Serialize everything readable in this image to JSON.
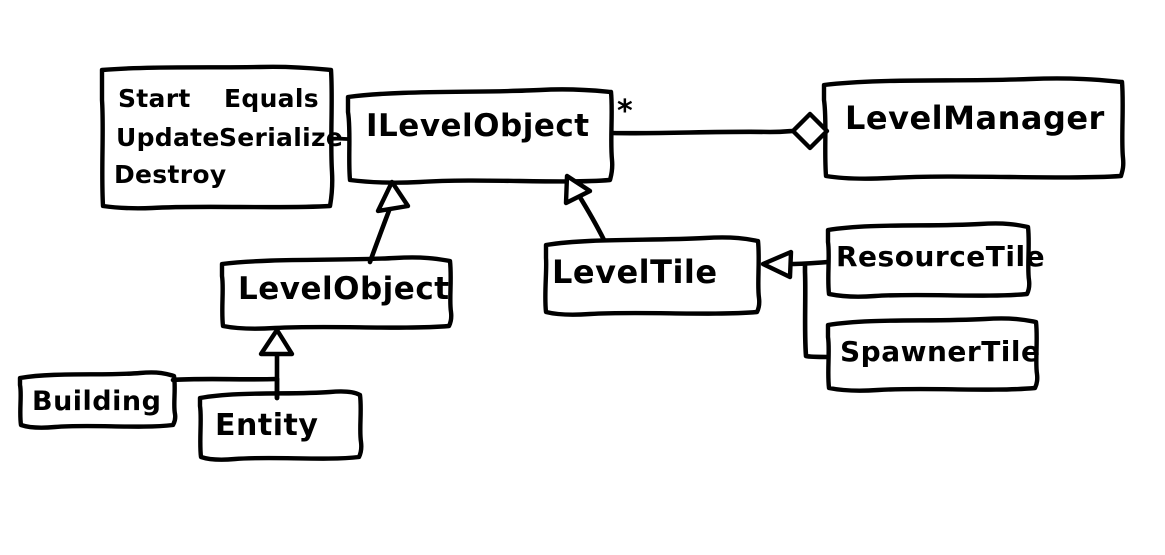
{
  "diagram": {
    "kind": "uml-class-diagram",
    "background_color": "#ffffff",
    "stroke_color": "#000000",
    "style": "hand-drawn-sketch"
  },
  "nodes": {
    "methods_box": {
      "name": "methods-box",
      "lines": [
        {
          "left": "Start",
          "right": "Equals"
        },
        {
          "left": "Update",
          "right": "Serialize"
        },
        {
          "left": "Destroy",
          "right": ""
        }
      ]
    },
    "ilevelobject": {
      "label": "ILevelObject"
    },
    "levelmanager": {
      "label": "LevelManager"
    },
    "levelobject": {
      "label": "LevelObject"
    },
    "leveltile": {
      "label": "LevelTile"
    },
    "resourcetile": {
      "label": "ResourceTile"
    },
    "spawnertile": {
      "label": "SpawnerTile"
    },
    "building": {
      "label": "Building"
    },
    "entity": {
      "label": "Entity"
    }
  },
  "relations": {
    "aggregation_multiplicity": "*",
    "edges": [
      {
        "from": "methods_box",
        "to": "ilevelobject",
        "type": "note-link"
      },
      {
        "from": "ilevelobject",
        "to": "levelmanager",
        "type": "aggregation",
        "multiplicity": "*"
      },
      {
        "from": "levelobject",
        "to": "ilevelobject",
        "type": "inheritance"
      },
      {
        "from": "leveltile",
        "to": "ilevelobject",
        "type": "inheritance"
      },
      {
        "from": "resourcetile",
        "to": "leveltile",
        "type": "inheritance"
      },
      {
        "from": "spawnertile",
        "to": "leveltile",
        "type": "inheritance"
      },
      {
        "from": "entity",
        "to": "levelobject",
        "type": "inheritance"
      },
      {
        "from": "building",
        "to": "levelobject",
        "type": "inheritance"
      }
    ]
  }
}
